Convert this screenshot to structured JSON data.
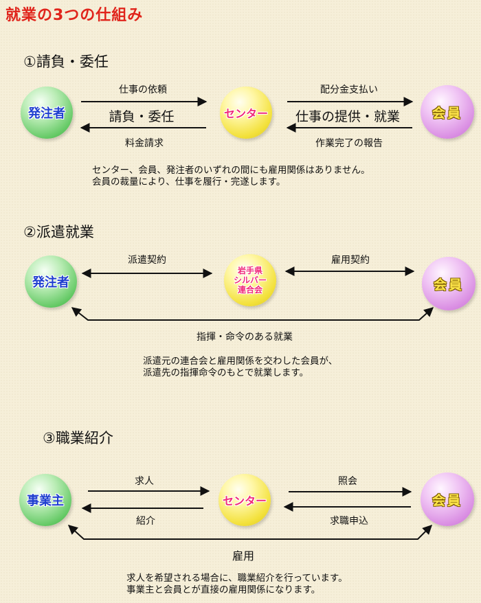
{
  "page_title": "就業の3つの仕組み",
  "sections": [
    {
      "title": "①請負・委任",
      "left": "発注者",
      "center": "センター",
      "right": "会員",
      "left_top": "仕事の依頼",
      "left_mid": "請負・委任",
      "left_bottom": "料金請求",
      "right_top": "配分金支払い",
      "right_mid": "仕事の提供・就業",
      "right_bottom": "作業完了の報告",
      "note": [
        "センター、会員、発注者のいずれの間にも雇用関係はありません。",
        "会員の裁量により、仕事を履行・完遂します。"
      ]
    },
    {
      "title": "②派遣就業",
      "left": "発注者",
      "center": [
        "岩手県",
        "シルバー",
        "連合会"
      ],
      "right": "会員",
      "left_top": "派遣契約",
      "right_top": "雇用契約",
      "bottom": "指揮・命令のある就業",
      "note": [
        "派遣元の連合会と雇用関係を交わした会員が、",
        "派遣先の指揮命令のもとで就業します。"
      ]
    },
    {
      "title": "③職業紹介",
      "left": "事業主",
      "center": "センター",
      "right": "会員",
      "left_top": "求人",
      "left_bottom": "紹介",
      "right_top": "照会",
      "right_bottom": "求職申込",
      "bottom": "雇用",
      "note": [
        "求人を希望される場合に、職業紹介を行っています。",
        "事業主と会員とが直接の雇用関係になります。"
      ]
    }
  ],
  "colors": {
    "title": "#e0241b",
    "client_text": "#1f3fcf",
    "center_text": "#f02a7a",
    "member_text": "#ffe64a"
  }
}
